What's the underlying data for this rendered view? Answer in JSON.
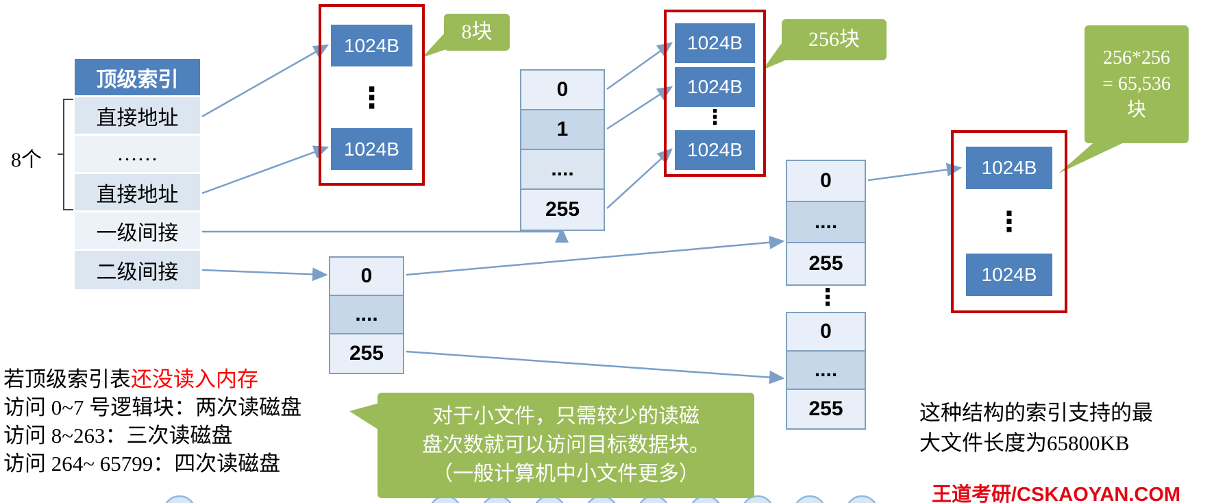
{
  "colors": {
    "block_blue": "#4f81bd",
    "red_border": "#c00000",
    "green_callout": "#9bbb59",
    "arrow_blue": "#7b9fc7",
    "red_text": "#ff0000",
    "watermark_red": "#e30613"
  },
  "top_index": {
    "brace_label": "8个",
    "header": "顶级索引",
    "rows": [
      "直接地址",
      "……",
      "直接地址",
      "一级间接",
      "二级间接"
    ]
  },
  "block_label": "1024B",
  "dots": "⋮",
  "index_table_l1": {
    "rows": [
      "0",
      "1",
      "....",
      "255"
    ]
  },
  "index_table_l2": {
    "rows": [
      "0",
      "....",
      "255"
    ]
  },
  "index_table_r1": {
    "rows": [
      "0",
      "....",
      "255"
    ]
  },
  "index_table_r2": {
    "rows": [
      "0",
      "....",
      "255"
    ]
  },
  "bubbles": {
    "eight": "8块",
    "two_fifty_six": "256块",
    "max_blocks": "256*256\n= 65,536\n块",
    "small_files": "对于小文件，只需较少的读磁\n盘次数就可以访问目标数据块。\n（一般计算机中小文件更多）"
  },
  "notes": {
    "line1_black": "若顶级索引表",
    "line1_red": "还没读入内存",
    "line2": "访问 0~7 号逻辑块：两次读磁盘",
    "line3": "访问 8~263：三次读磁盘",
    "line4": "访问 264~ 65799：四次读磁盘",
    "right_note": "这种结构的索引支持的最\n大文件长度为65800KB"
  },
  "watermark": "王道考研/CSKAOYAN.COM"
}
